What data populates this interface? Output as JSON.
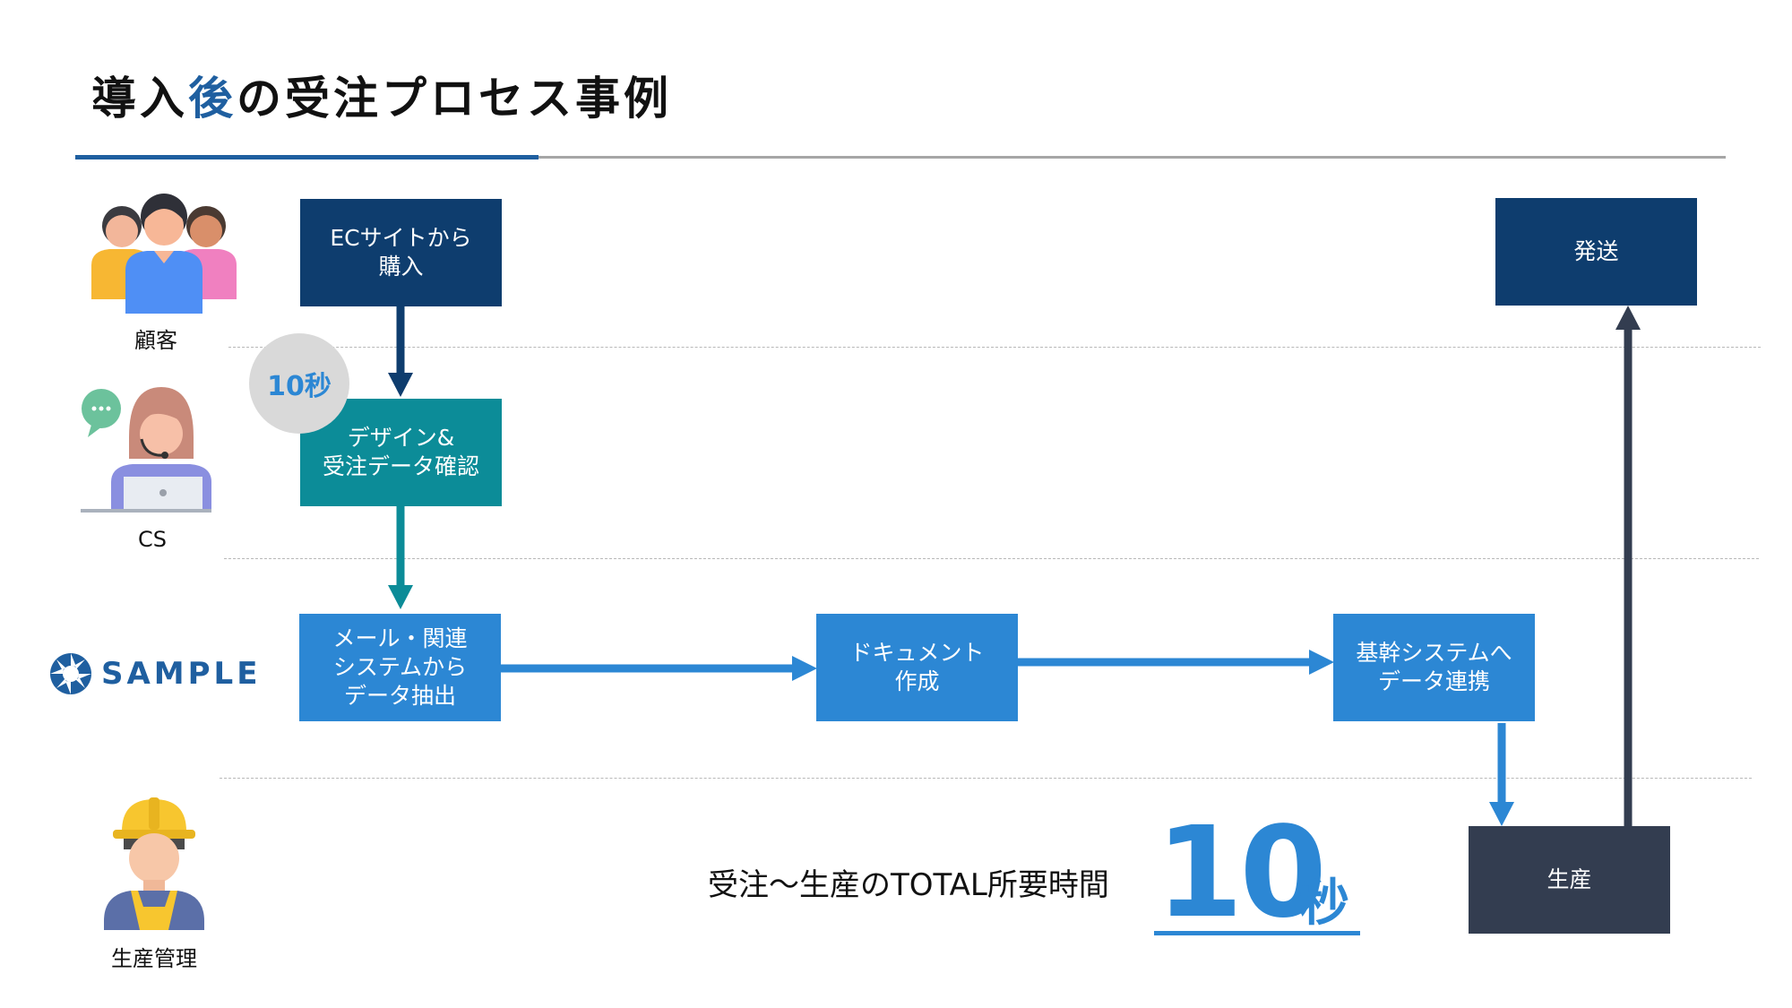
{
  "title": {
    "text": "導入後の受注プロセス事例",
    "prefix": "導入",
    "accent": "後",
    "suffix": "の受注プロセス事例"
  },
  "lanes": {
    "customer": "顧客",
    "cs": "CS",
    "company_logo": "SAMPLE",
    "production": "生産管理"
  },
  "badge": "10秒",
  "nodes": {
    "ec_purchase": "ECサイトから\n購入",
    "design_check": "デザイン&\n受注データ確認",
    "data_extract": "メール・関連\nシステムから\nデータ抽出",
    "document": "ドキュメント\n作成",
    "system_link": "基幹システムへ\nデータ連携",
    "production": "生産",
    "shipping": "発送"
  },
  "total": {
    "label": "受注～生産のTOTAL所要時間",
    "value": "10",
    "unit": "秒"
  },
  "colors": {
    "navy": "#0e3d6e",
    "teal": "#0c8c98",
    "blue": "#2c87d4",
    "dark": "#333d50",
    "accent": "#1f5fa0"
  },
  "icons": [
    "customers-icon",
    "support-agent-icon",
    "chat-bubble-icon",
    "company-logo-icon",
    "worker-icon"
  ]
}
